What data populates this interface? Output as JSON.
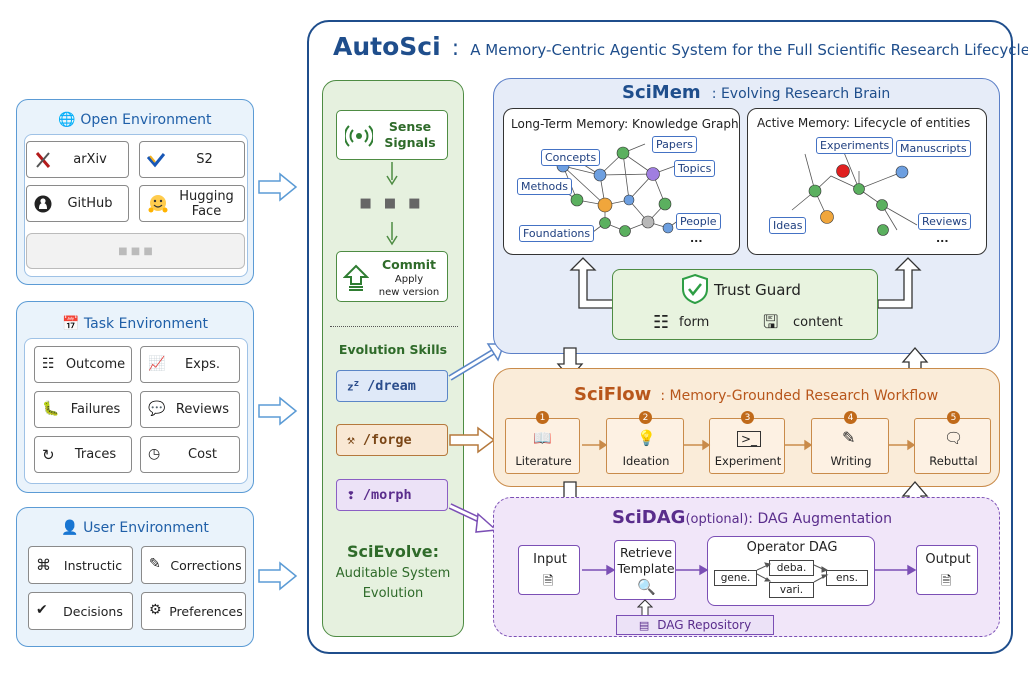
{
  "title": {
    "name": "AutoSci",
    "separator": ":",
    "subtitle": "A Memory-Centric Agentic System for the Full Scientific Research Lifecycle"
  },
  "open_env": {
    "title": "Open Environment",
    "items": [
      "arXiv",
      "S2",
      "GitHub",
      "Hugging Face"
    ],
    "more": "■ ■ ■"
  },
  "task_env": {
    "title": "Task Environment",
    "items": [
      "Outcome",
      "Exps.",
      "Failures",
      "Reviews",
      "Traces",
      "Cost"
    ]
  },
  "user_env": {
    "title": "User Environment",
    "items": [
      "Instructic",
      "Corrections",
      "Decisions",
      "Preferences"
    ]
  },
  "scievolve": {
    "sense": "Sense Signals",
    "dots": "■  ■  ■",
    "commit_title": "Commit",
    "commit_sub1": "Apply",
    "commit_sub2": "new version",
    "skills_title": "Evolution Skills",
    "skills": [
      "/dream",
      "/forge",
      "/morph"
    ],
    "name": "SciEvolve:",
    "desc1": "Auditable System",
    "desc2": "Evolution"
  },
  "scimem": {
    "name": "SciMem",
    "subtitle": ": Evolving Research Brain",
    "ltm_title": "Long-Term Memory: Knowledge Graph",
    "ltm_tags": [
      "Papers",
      "Concepts",
      "Topics",
      "Methods",
      "People",
      "Foundations",
      "..."
    ],
    "am_title": "Active Memory: Lifecycle of entities",
    "am_tags": [
      "Experiments",
      "Manuscripts",
      "Ideas",
      "Reviews",
      "..."
    ],
    "trust_guard": "Trust Guard",
    "tg_form": "form",
    "tg_content": "content"
  },
  "sciflow": {
    "name": "SciFlow",
    "subtitle": ": Memory-Grounded Research Workflow",
    "steps": [
      {
        "num": "1",
        "label": "Literature"
      },
      {
        "num": "2",
        "label": "Ideation"
      },
      {
        "num": "3",
        "label": "Experiment"
      },
      {
        "num": "4",
        "label": "Writing"
      },
      {
        "num": "5",
        "label": "Rebuttal"
      }
    ]
  },
  "scidag": {
    "name": "SciDAG",
    "optional": "(optional)",
    "subtitle": ": DAG Augmentation",
    "input": "Input",
    "retrieve1": "Retrieve",
    "retrieve2": "Template",
    "operator_title": "Operator DAG",
    "ops": [
      "gene.",
      "deba.",
      "vari.",
      "ens."
    ],
    "output": "Output",
    "repo": "DAG Repository"
  },
  "colors": {
    "outer_border": "#1f4e8c",
    "title": "#1f4e8c",
    "env_blue": "#5b9bd5",
    "evolve_green": "#4e8c43",
    "mem_blue": "#e6ecf8",
    "flow_orange": "#c98b4a",
    "dag_purple": "#7b4fb5"
  }
}
